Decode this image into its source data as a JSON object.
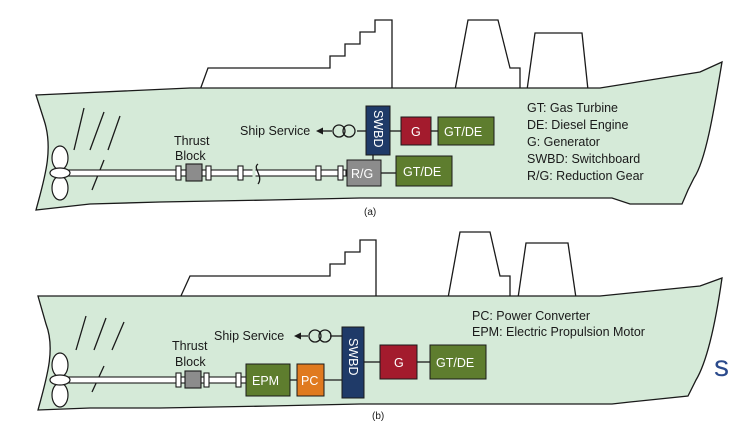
{
  "top_system": {
    "caption": "(a)",
    "ship_service": "Ship Service",
    "thrust_block": [
      "Thrust",
      "Block"
    ],
    "swbd": "SWBD",
    "generator": "G",
    "gtde_upper": "GT/DE",
    "rg": "R/G",
    "gtde_lower": "GT/DE",
    "legend": [
      "GT: Gas Turbine",
      "DE: Diesel Engine",
      "G: Generator",
      "SWBD: Switchboard",
      "R/G: Reduction Gear"
    ]
  },
  "bottom_system": {
    "caption": "(b)",
    "ship_service": "Ship Service",
    "thrust_block": [
      "Thrust",
      "Block"
    ],
    "epm": "EPM",
    "pc": "PC",
    "swbd": "SWBD",
    "generator": "G",
    "gtde": "GT/DE",
    "legend": [
      "PC: Power Converter",
      "EPM: Electric Propulsion Motor"
    ]
  },
  "side_glyph": "s",
  "colors": {
    "hull": "#d5ead8",
    "gtde": "#5e7d2e",
    "generator": "#a31b2d",
    "swbd": "#1f3a68",
    "rg": "#8c8c8c",
    "pc": "#e07a1f",
    "side_glyph": "#2b4a8c"
  }
}
